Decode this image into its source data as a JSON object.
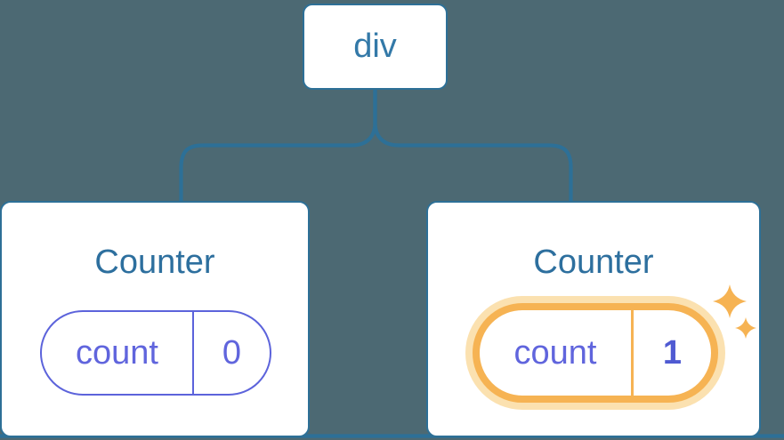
{
  "diagram": {
    "description": "Component state tree: a div root with two Counter children",
    "background_color": "#4c6973",
    "line_color": "#2d7097",
    "card_color": "#ffffff",
    "state_color": "#6065dd",
    "highlight_color": "#f6b353",
    "highlight_halo_color": "#fbe1b0"
  },
  "tree": {
    "root": {
      "label": "div"
    },
    "children": [
      {
        "title": "Counter",
        "state": {
          "key": "count",
          "value": "0"
        },
        "highlighted": false
      },
      {
        "title": "Counter",
        "state": {
          "key": "count",
          "value": "1"
        },
        "highlighted": true,
        "badge_icon": "sparkles-icon"
      }
    ]
  }
}
